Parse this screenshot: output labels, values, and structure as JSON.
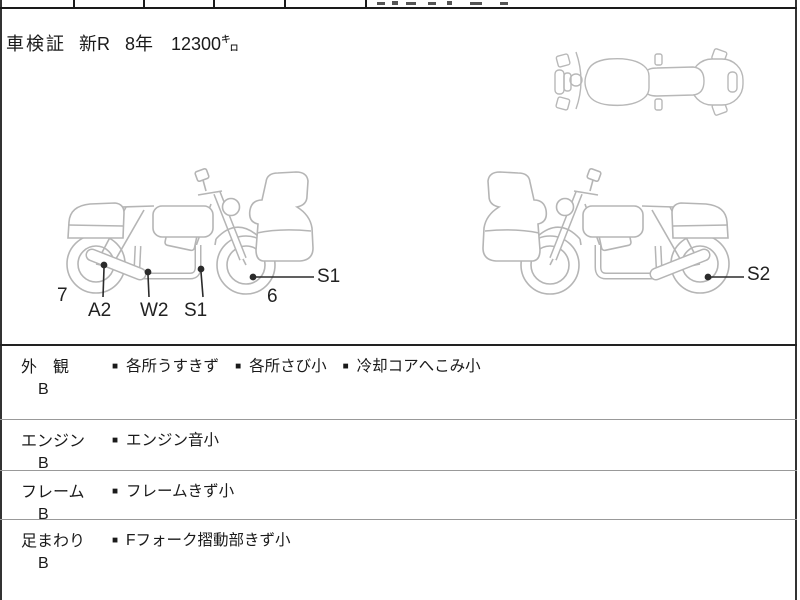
{
  "colors": {
    "ink": "#1a1a1a",
    "line_art": "#b5b5b5",
    "border": "#333333"
  },
  "header": {
    "inspection": {
      "label": "車検証",
      "registration": "新R",
      "year": "8年",
      "mileage": "12300㌔"
    }
  },
  "diagram": {
    "callouts": [
      {
        "id": "rear-area-number",
        "text": "7"
      },
      {
        "id": "muffler-mark",
        "text": "A2"
      },
      {
        "id": "engine-lower-mark",
        "text": "W2"
      },
      {
        "id": "frame-lower-mark",
        "text": "S1"
      },
      {
        "id": "front-area-number",
        "text": "6"
      },
      {
        "id": "front-wheel-mark",
        "text": "S1"
      },
      {
        "id": "rear-wheel-mark",
        "text": "S2"
      }
    ]
  },
  "condition_table": {
    "bullet": "■",
    "rows": [
      {
        "category": "外　観",
        "grade": "B",
        "notes": [
          "各所うすきず",
          "各所さび小",
          "冷却コアへこみ小"
        ]
      },
      {
        "category": "エンジン",
        "grade": "B",
        "notes": [
          "エンジン音小"
        ]
      },
      {
        "category": "フレーム",
        "grade": "B",
        "notes": [
          "フレームきず小"
        ]
      },
      {
        "category": "足まわり",
        "grade": "B",
        "notes": [
          "Fフォーク摺動部きず小"
        ]
      }
    ]
  }
}
